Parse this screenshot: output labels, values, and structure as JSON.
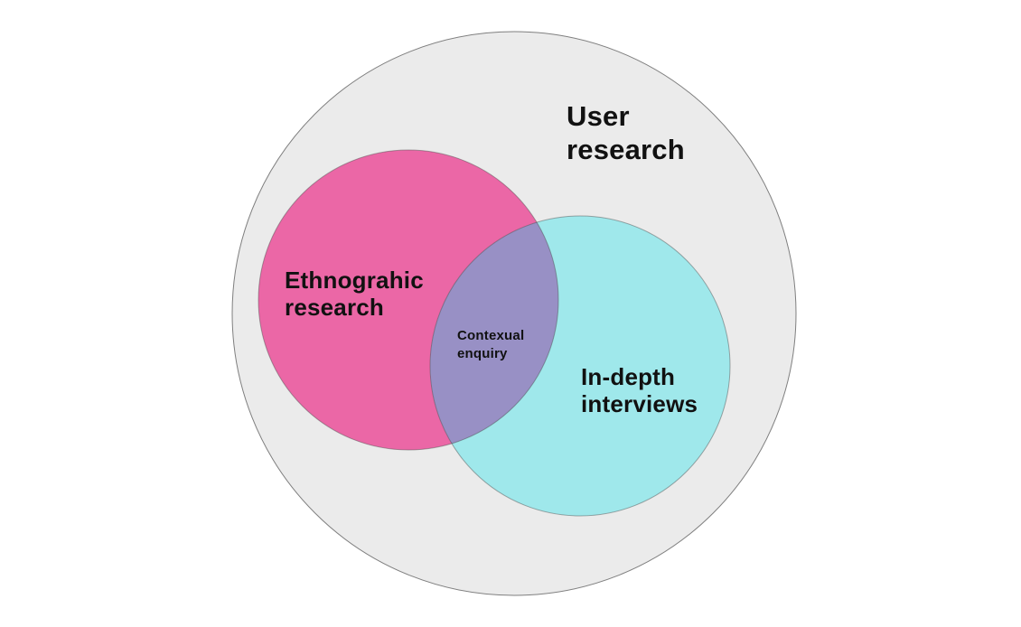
{
  "diagram": {
    "type": "venn",
    "background_color": "#ffffff",
    "text_color": "#111111",
    "outer": {
      "label": "User\nresearch",
      "color": "#EBEBEB",
      "border_color": "#7F7F7F"
    },
    "set_a": {
      "label": "Ethnograhic\nresearch",
      "color": "#EB67A6"
    },
    "set_b": {
      "label": "In-depth\ninterviews",
      "color": "#9FE8EB"
    },
    "intersection": {
      "label": "Contexual\nenquiry",
      "color": "#9890C5"
    }
  }
}
